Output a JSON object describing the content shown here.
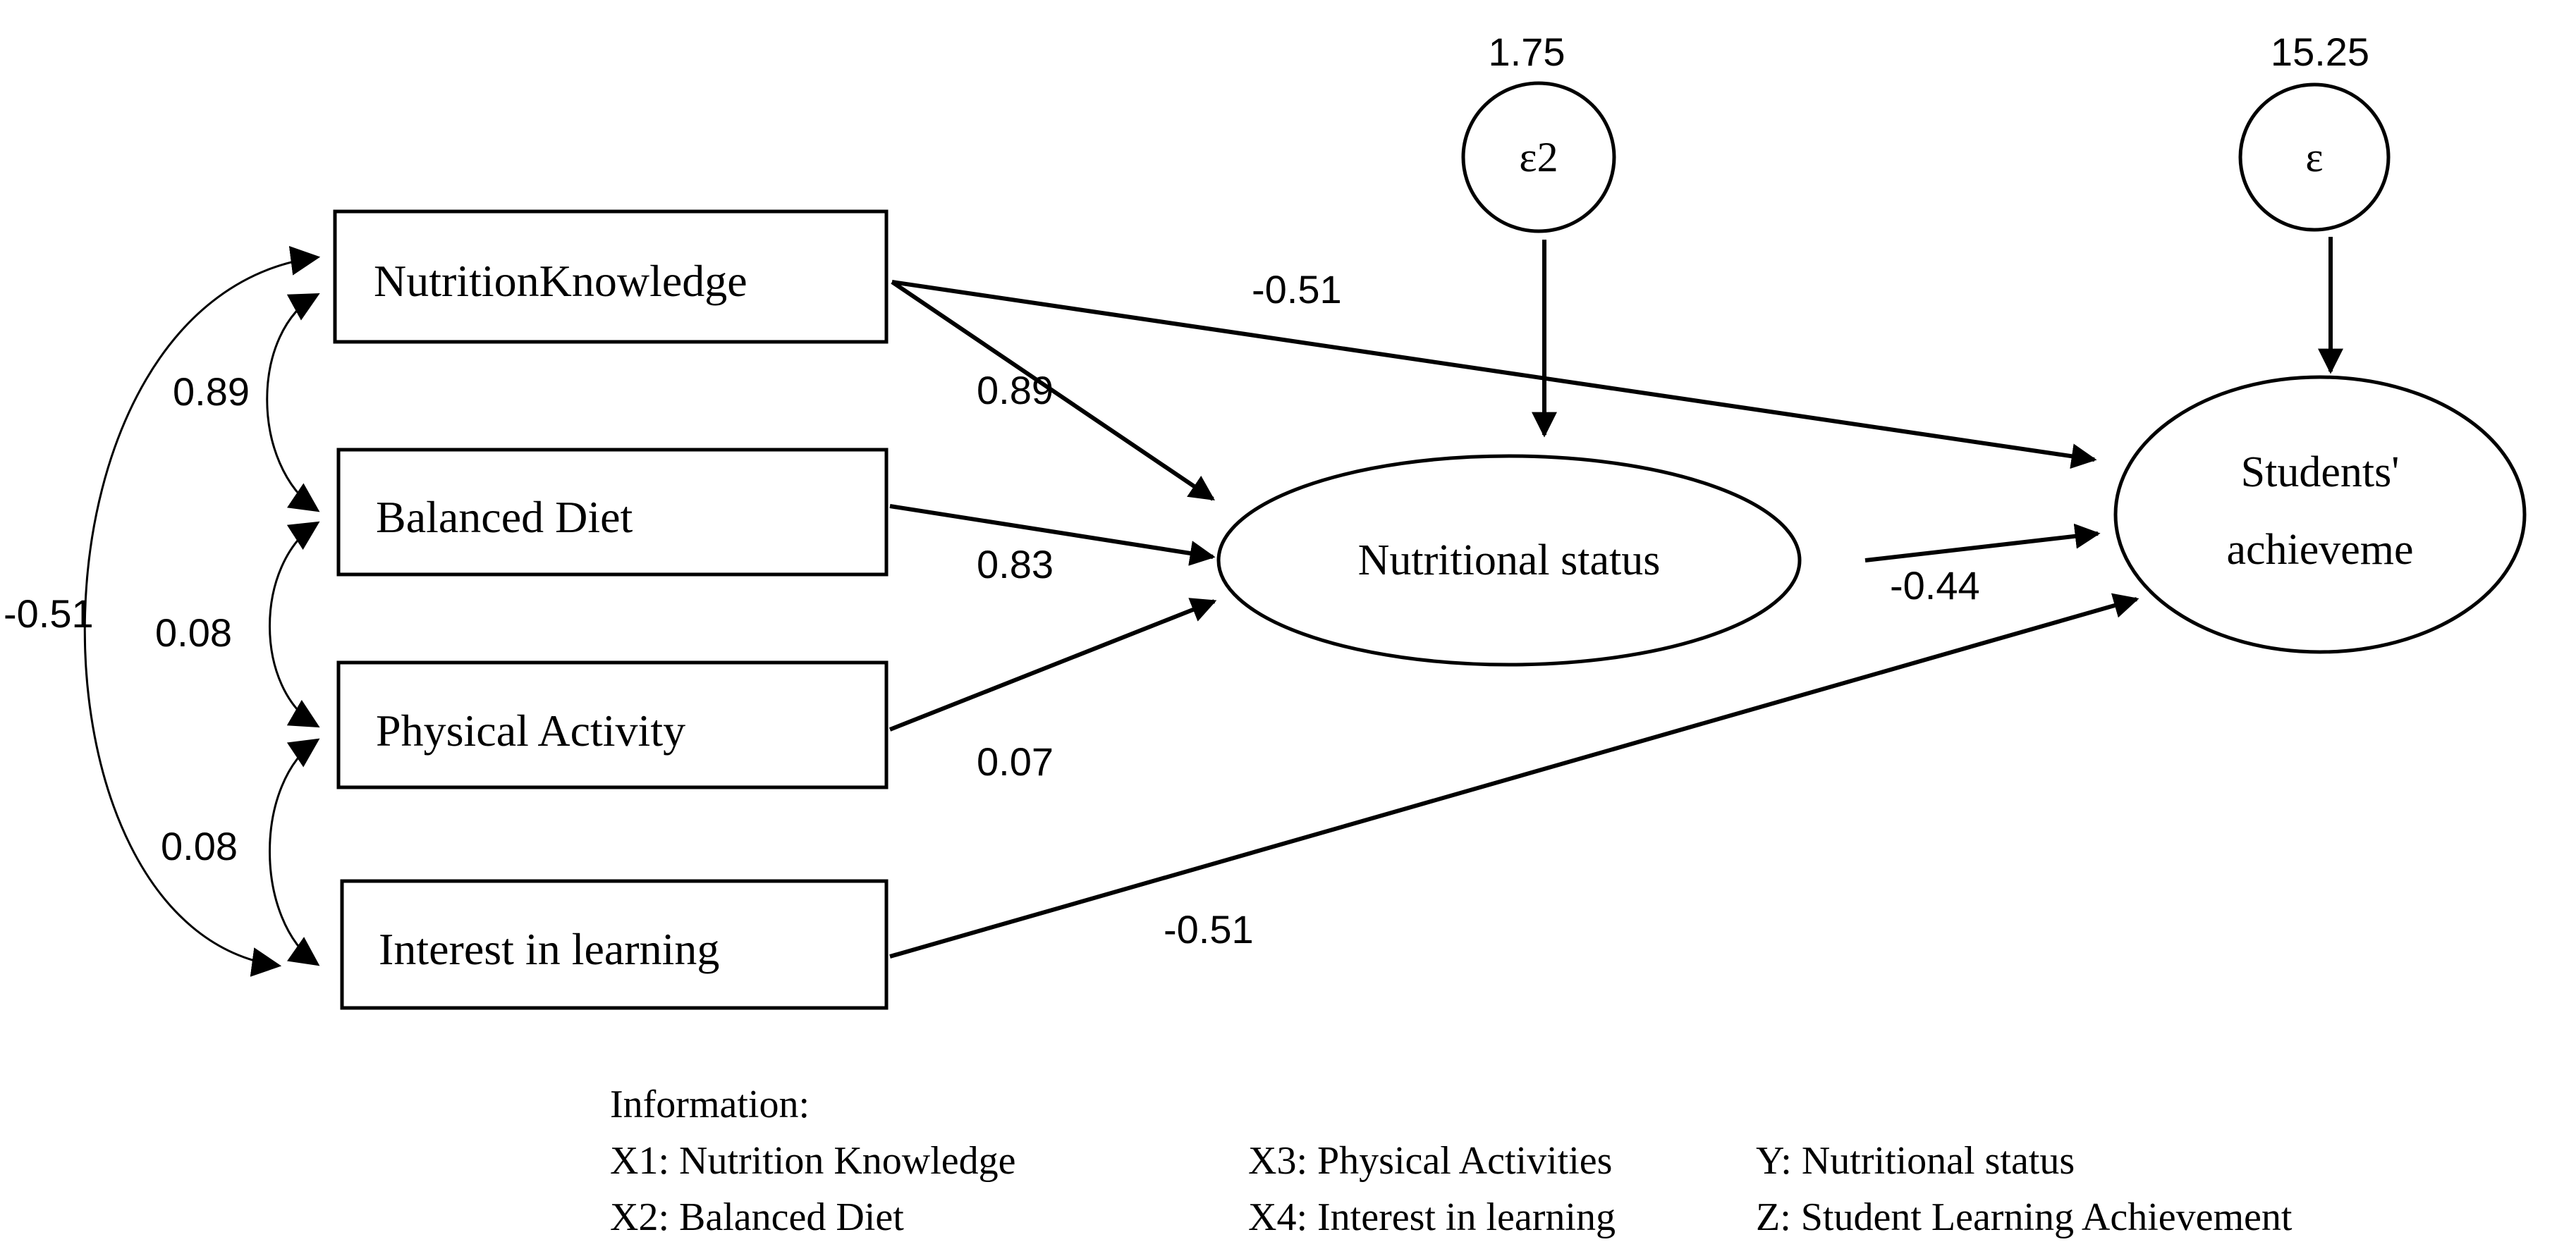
{
  "boxes": {
    "nutrition_knowledge": "NutritionKnowledge",
    "balanced_diet": "Balanced Diet",
    "physical_activity": "Physical Activity",
    "interest_in_learning": "Interest in learning"
  },
  "ellipses": {
    "nutritional_status": "Nutritional status",
    "students_line1": "Students'",
    "students_line2": "achieveme",
    "error_e2": "ε2",
    "error_e": "ε"
  },
  "variances": {
    "e2": "1.75",
    "e": "15.25"
  },
  "coefficients": {
    "nk_to_ns": "0.89",
    "bd_to_ns": "0.83",
    "pa_to_ns": "0.07",
    "nk_to_sa": "-0.51",
    "ns_to_sa": "-0.44",
    "il_to_sa": "-0.51"
  },
  "covariances": {
    "nk_bd": "0.89",
    "bd_pa": "0.08",
    "pa_il": "0.08",
    "nk_il": "-0.51"
  },
  "legend": {
    "heading": "Information:",
    "x1": "X1: Nutrition Knowledge",
    "x2": "X2: Balanced Diet",
    "x3": "X3: Physical Activities",
    "x4": "X4: Interest in learning",
    "y": "Y: Nutritional status",
    "z": "Z: Student Learning Achievement"
  }
}
